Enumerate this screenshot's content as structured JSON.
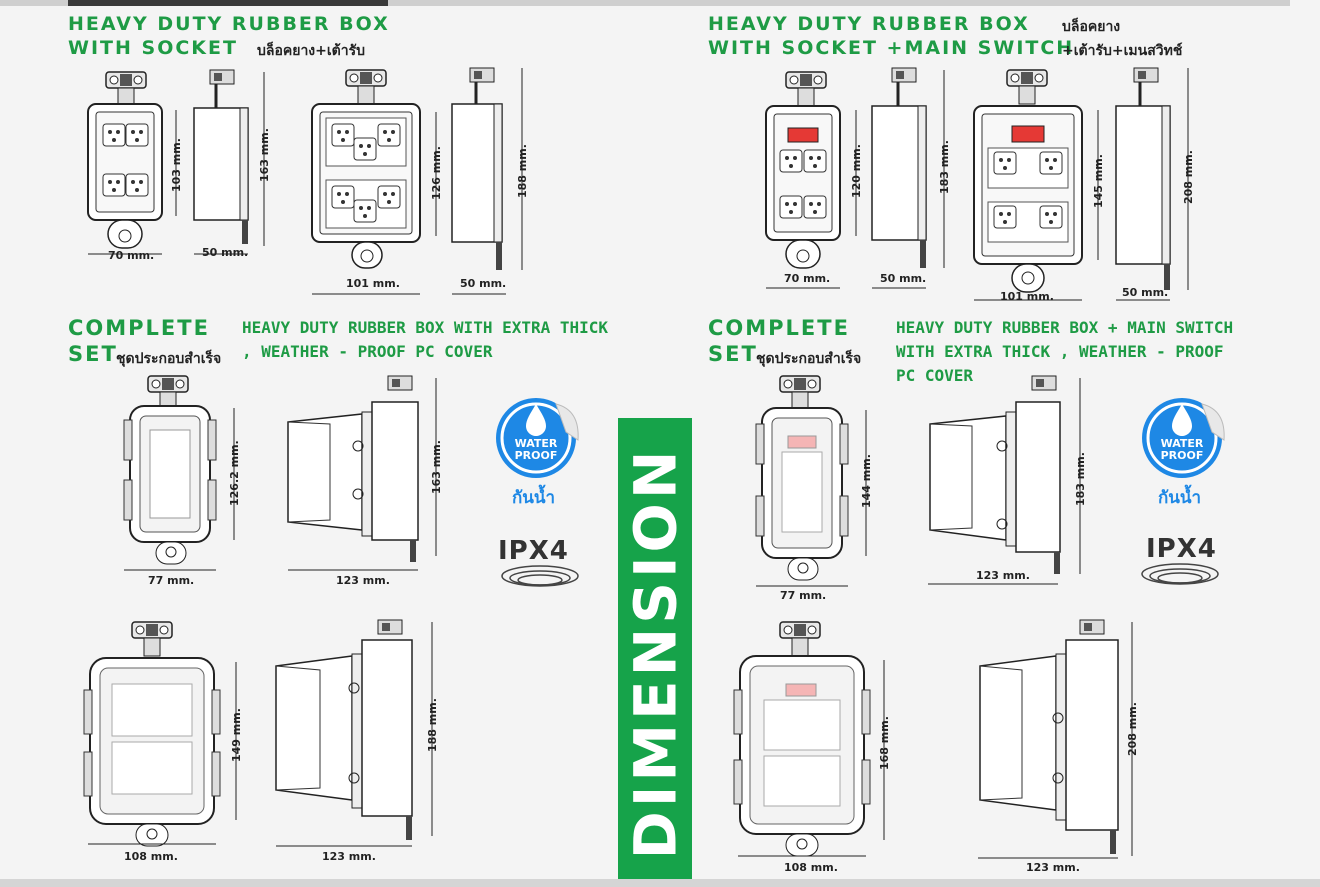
{
  "left": {
    "title_line1": "HEAVY DUTY RUBBER BOX",
    "title_line2": "WITH SOCKET",
    "title_thai": "บล็อคยาง+เต้ารับ",
    "set_title": "COMPLETE",
    "set_title2": "SET",
    "set_thai": "ชุดประกอบสำเร็จ",
    "set_desc_line1": "HEAVY DUTY RUBBER BOX WITH EXTRA THICK",
    "set_desc_line2": ", WEATHER - PROOF PC COVER",
    "dims": {
      "a_w": "70 mm.",
      "a_h": "103 mm.",
      "a_side": "50 mm.",
      "a_side_h": "163 mm.",
      "b_w": "101 mm.",
      "b_h": "126 mm.",
      "b_side": "50 mm.",
      "b_side_h": "188 mm.",
      "c_w": "77 mm.",
      "c_h": "126.2 mm.",
      "c_side": "123 mm.",
      "c_side_h": "163 mm.",
      "d_w": "108 mm.",
      "d_h": "149 mm.",
      "d_side": "123 mm.",
      "d_side_h": "188 mm."
    }
  },
  "right": {
    "title_line1": "HEAVY DUTY RUBBER BOX",
    "title_line2": "WITH SOCKET +MAIN SWITCH",
    "title_thai1": "บล็อคยาง",
    "title_thai2": "+เต้ารับ+เมนสวิทช์",
    "set_title": "COMPLETE",
    "set_title2": "SET",
    "set_thai": "ชุดประกอบสำเร็จ",
    "set_desc_line1": "HEAVY DUTY RUBBER BOX + MAIN SWITCH",
    "set_desc_line2": "WITH EXTRA THICK , WEATHER - PROOF",
    "set_desc_line3": "PC COVER",
    "dims": {
      "a_w": "70 mm.",
      "a_h": "120 mm.",
      "a_side": "50 mm.",
      "a_side_h": "183 mm.",
      "b_w": "101 mm.",
      "b_h": "145 mm.",
      "b_side": "50 mm.",
      "b_side_h": "208 mm.",
      "c_w": "77 mm.",
      "c_h": "144 mm.",
      "c_side": "123 mm.",
      "c_side_h": "183 mm.",
      "d_w": "108 mm.",
      "d_h": "168 mm.",
      "d_side": "123 mm.",
      "d_side_h": "208 mm."
    }
  },
  "center_label": "DIMENSION",
  "badges": {
    "waterproof_line1": "WATER",
    "waterproof_line2": "PROOF",
    "waterproof_thai": "กันน้ำ",
    "ipx": "IPX4"
  },
  "colors": {
    "brand_green": "#1e9b45",
    "band_green": "#16a34a",
    "switch_red": "#e53935",
    "water_blue": "#1e88e5"
  }
}
